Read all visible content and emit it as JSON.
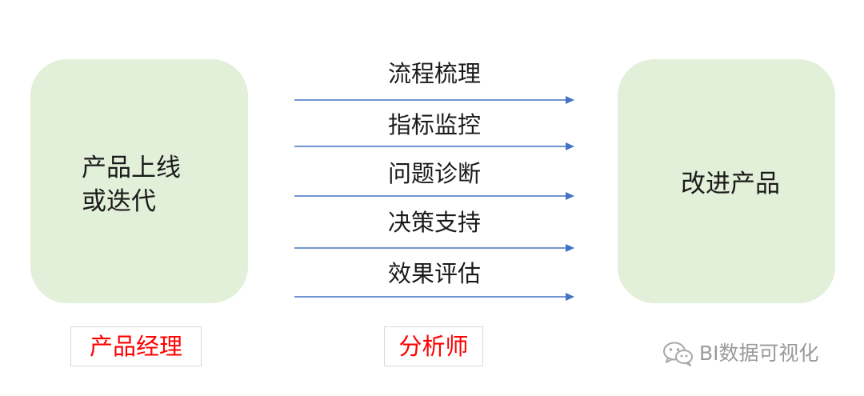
{
  "left_box": {
    "line1": "产品上线",
    "line2": "或迭代"
  },
  "right_box": {
    "text": "改进产品"
  },
  "steps": [
    {
      "label": "流程梳理"
    },
    {
      "label": "指标监控"
    },
    {
      "label": "问题诊断"
    },
    {
      "label": "决策支持"
    },
    {
      "label": "效果评估"
    }
  ],
  "roles": {
    "product_manager": "产品经理",
    "analyst": "分析师"
  },
  "watermark": {
    "text": "BI数据可视化",
    "icon": "wechat-icon"
  },
  "colors": {
    "box_fill": "#e2efd9",
    "arrow": "#4472c4",
    "role_text": "#ff0000",
    "watermark": "#9a9a9a"
  }
}
